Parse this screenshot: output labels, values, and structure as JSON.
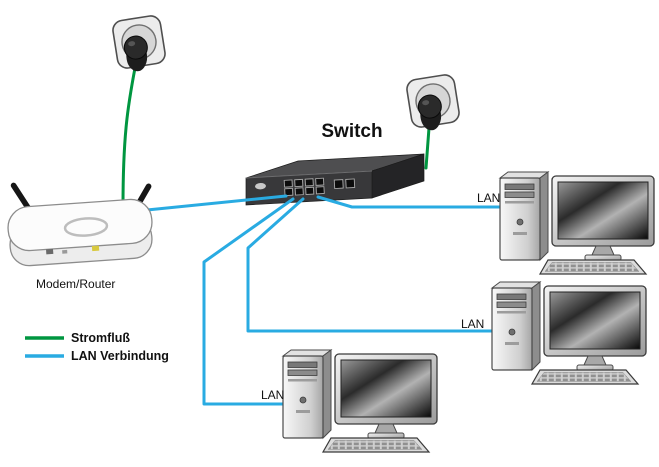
{
  "colors": {
    "power": "#009640",
    "lan": "#29ABE2"
  },
  "labels": {
    "switch": "Switch",
    "modem_router": "Modem/Router",
    "lan_pc1": "LAN",
    "lan_pc2": "LAN",
    "lan_pc3": "LAN"
  },
  "legend": {
    "items": [
      {
        "label": "Stromfluß",
        "color": "#009640"
      },
      {
        "label": "LAN Verbindung",
        "color": "#29ABE2"
      }
    ]
  }
}
